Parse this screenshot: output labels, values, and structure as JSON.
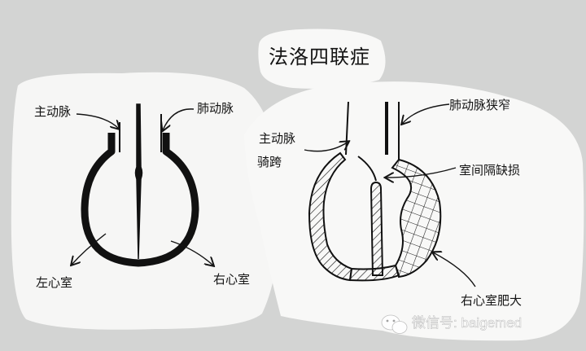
{
  "title": "法洛四联症",
  "normal_heart": {
    "label_aorta": "主动脉",
    "label_pulmonary_artery": "肺动脉",
    "label_left_ventricle": "左心室",
    "label_right_ventricle": "右心室"
  },
  "tetralogy_heart": {
    "label_pulmonary_stenosis": "肺动脉狭窄",
    "label_overriding_aorta_line1": "主动脉",
    "label_overriding_aorta_line2": "骑跨",
    "label_vsd": "室间隔缺损",
    "label_rv_hypertrophy": "右心室肥大"
  },
  "watermark": {
    "text": "微信号: baigemed",
    "icon": "wechat-icon"
  },
  "colors": {
    "ink": "#141414",
    "paper": "#f7f7f6",
    "background": "#cfd0cf"
  }
}
